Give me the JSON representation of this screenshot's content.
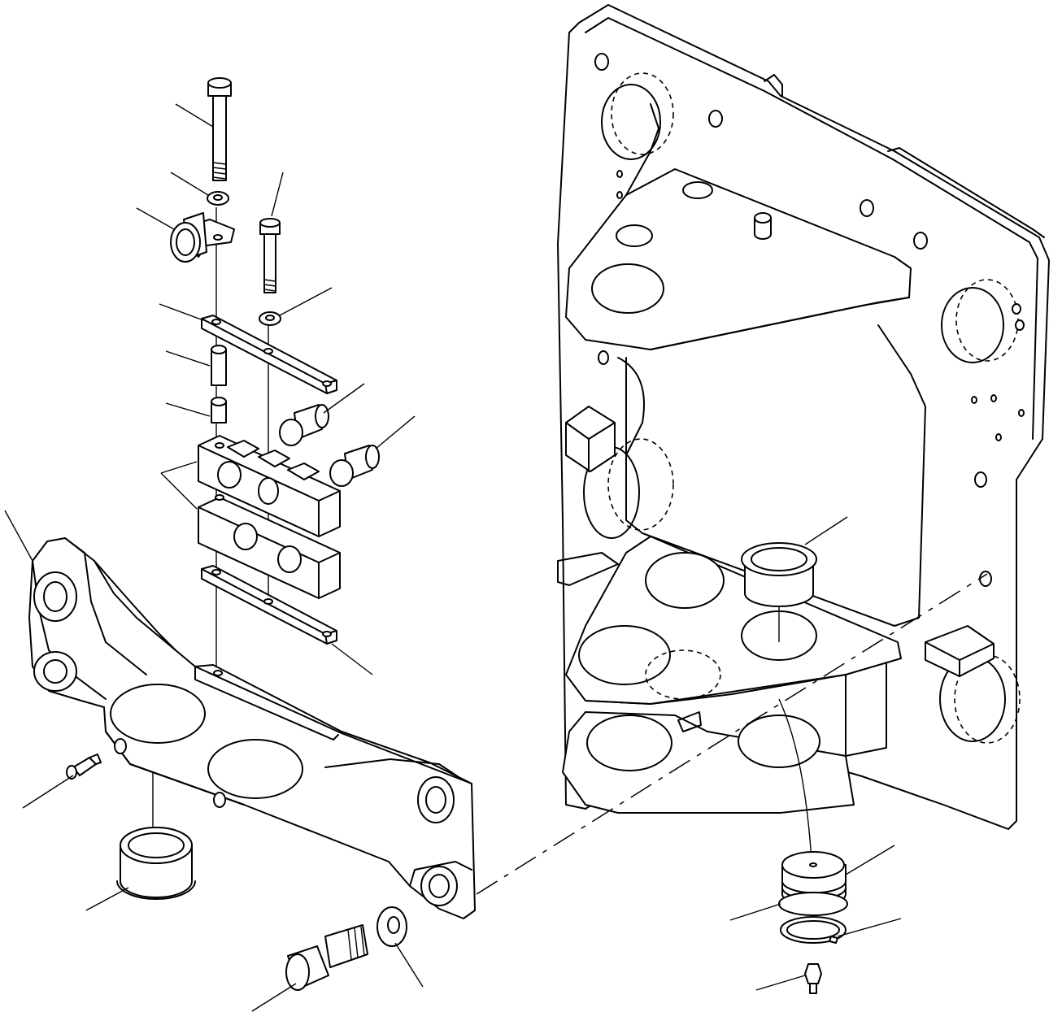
{
  "diagram": {
    "background": "#ffffff",
    "stroke_color": "#000000",
    "assemblies": [
      "main-frame",
      "oscillating-axle-support",
      "bolt-and-clamp-stack",
      "center-pin-assembly",
      "mount-pin-assembly"
    ],
    "leader_count": 20,
    "printed_text": []
  }
}
